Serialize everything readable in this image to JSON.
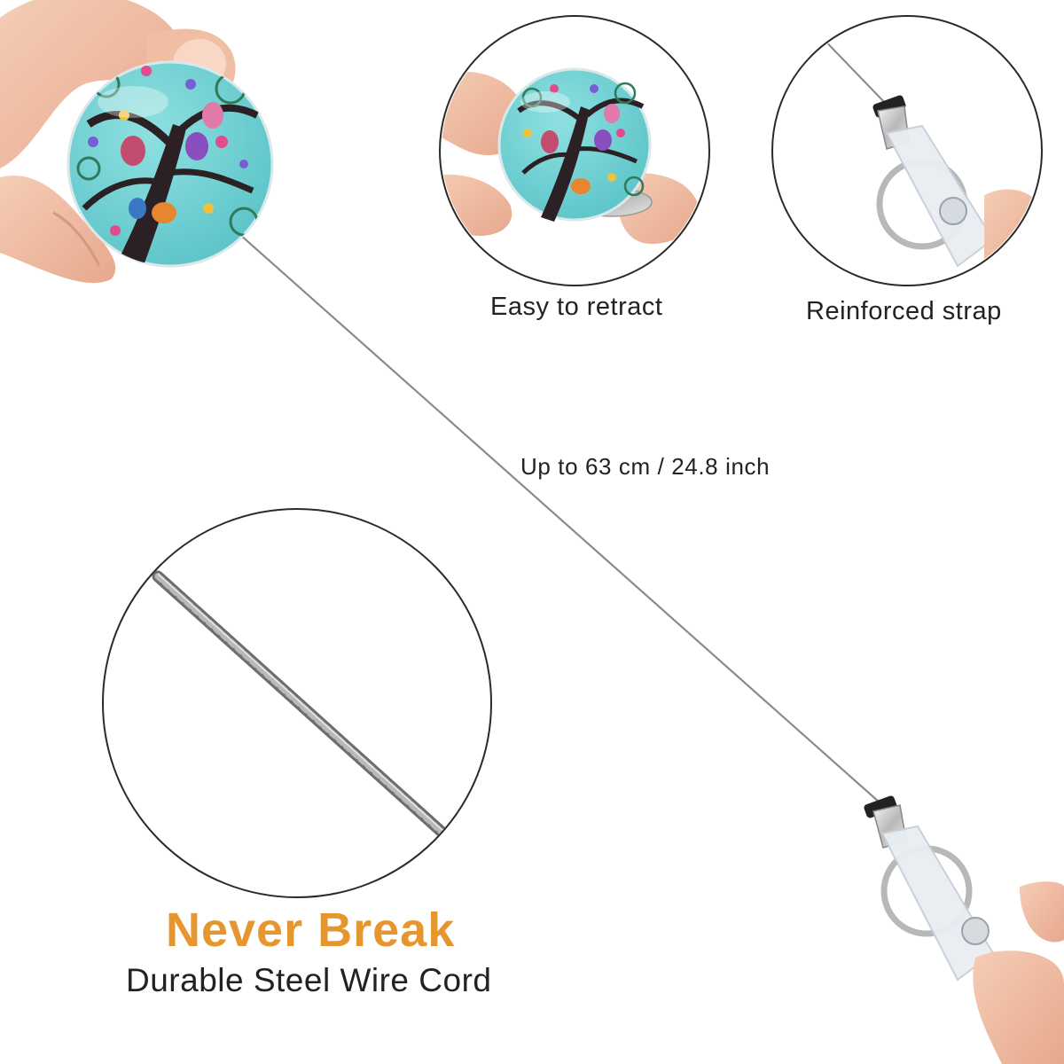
{
  "labels": {
    "easy_to_retract": "Easy to retract",
    "reinforced_strap": "Reinforced strap",
    "cord_length": "Up to 63 cm / 24.8 inch",
    "never_break": "Never Break",
    "durable_cord": "Durable Steel Wire Cord"
  },
  "colors": {
    "badge_face": "#6ccfd0",
    "tree_trunk": "#2b2024",
    "accent_orange": "#e6962e",
    "text_dark": "#222222",
    "skin": "#f2c2a8",
    "wire": "#8a8a8a"
  }
}
